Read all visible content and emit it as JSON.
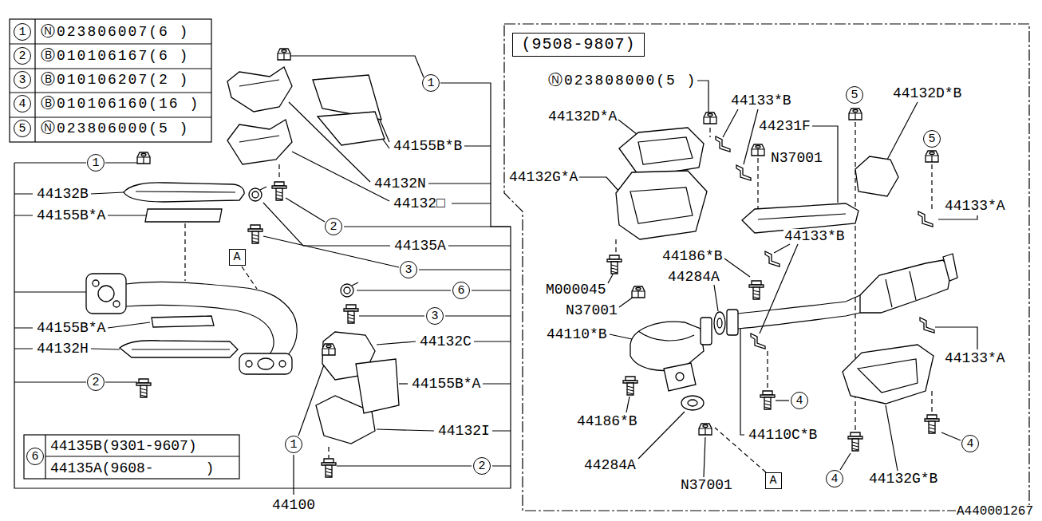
{
  "diagram": {
    "nodes": [
      {
        "text": [
          "1"
        ]
      },
      {
        "text": [
          "2"
        ]
      },
      {
        "text": [
          "3"
        ]
      },
      {
        "text": [
          "4"
        ]
      },
      {
        "text": [
          "5"
        ]
      },
      {
        "text": [
          "(9508-9807)"
        ]
      },
      {
        "text": [
          "1"
        ]
      },
      {
        "text": [
          "5"
        ]
      },
      {
        "text": [
          "5"
        ]
      },
      {
        "text": [
          "1"
        ]
      },
      {
        "text": [
          "2"
        ]
      },
      {
        "text": [
          "3"
        ]
      },
      {
        "text": [
          "A"
        ]
      },
      {
        "text": [
          "6"
        ]
      },
      {
        "text": [
          "3"
        ]
      },
      {
        "text": [
          "2"
        ]
      },
      {
        "text": [
          "4"
        ]
      },
      {
        "text": [
          "4"
        ]
      },
      {
        "text": [
          "1"
        ]
      },
      {
        "text": [
          "6"
        ]
      },
      {
        "text": [
          "2"
        ]
      },
      {
        "text": [
          "4"
        ]
      },
      {
        "text": [
          "A"
        ]
      }
    ],
    "labels": [
      "Ⓝ023806007(6 )",
      "Ⓑ010106167(6 )",
      "Ⓑ010106207(2 )",
      "Ⓑ010106160(16 )",
      "Ⓝ023806000(5 )",
      "Ⓝ023808000(5 )",
      "44133*B",
      "44132D*B",
      "44132D*A",
      "44231F",
      "44155B*B",
      "N37001",
      "44132G*A",
      "44132N",
      "44132B",
      "44132□",
      "44133*A",
      "44155B*A",
      "44135A",
      "44133*B",
      "44186*B",
      "44284A",
      "M000045",
      "N37001",
      "44155B*A",
      "44110*B",
      "44132C",
      "44132H",
      "44133*A",
      "44155B*A",
      "44186*B",
      "44132I",
      "44110C*B",
      "44135B(9301-9607)",
      "44135A(9608-      )",
      "44284A",
      "44132G*B",
      "N37001",
      "44100",
      "A440001267"
    ]
  }
}
